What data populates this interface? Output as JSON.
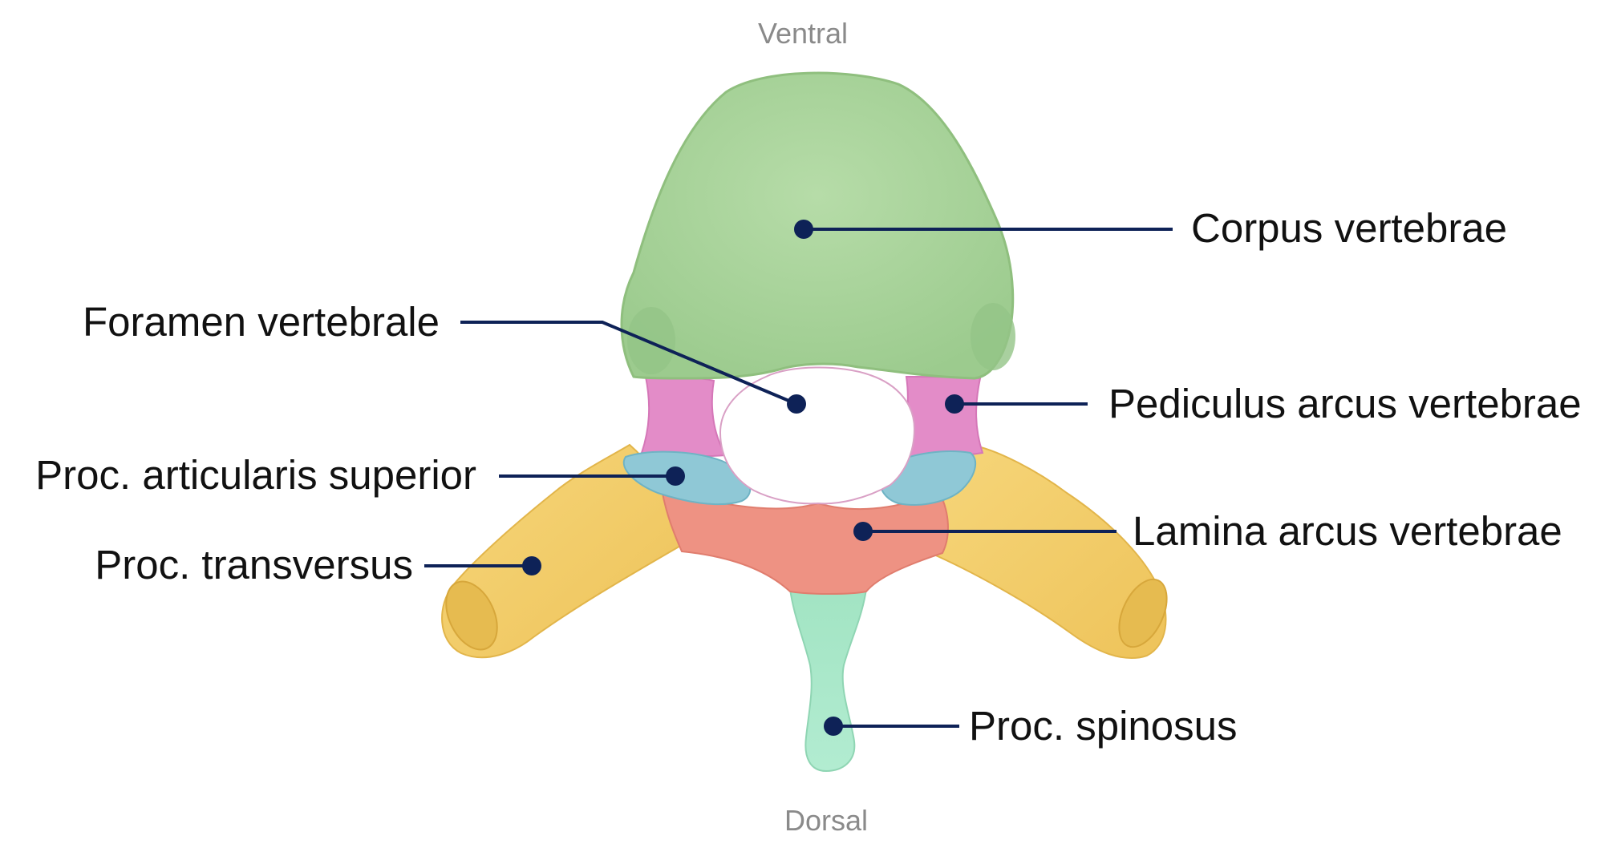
{
  "orientation": {
    "top": "Ventral",
    "bottom": "Dorsal"
  },
  "colors": {
    "corpus": "#a9d39b",
    "pedicle": "#e38cc8",
    "articular": "#8fc8d6",
    "transverse": "#f3cd68",
    "lamina": "#ee9283",
    "spinous": "#a6e6c7",
    "leader": "#0e2257"
  },
  "labels": {
    "corpus": "Corpus vertebrae",
    "foramen": "Foramen vertebrale",
    "pediculus": "Pediculus arcus vertebrae",
    "articularis": "Proc. articularis superior",
    "lamina": "Lamina arcus vertebrae",
    "transversus": "Proc. transversus",
    "spinosus": "Proc. spinosus"
  }
}
